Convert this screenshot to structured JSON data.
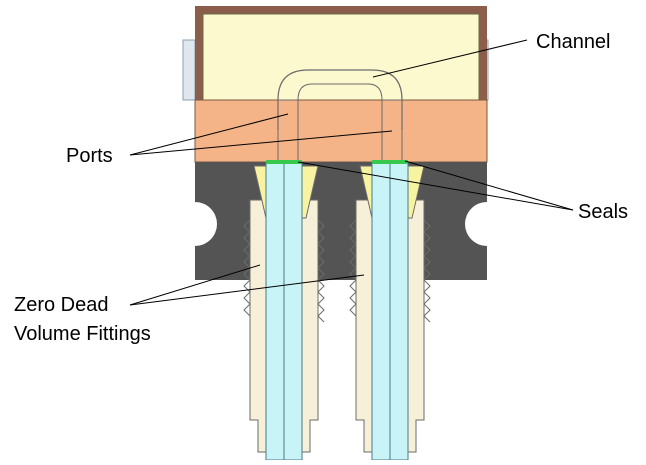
{
  "labels": {
    "channel": "Channel",
    "ports": "Ports",
    "seals": "Seals",
    "fittings_line1": "Zero Dead",
    "fittings_line2": "Volume Fittings"
  },
  "colors": {
    "top_block": "#fdf9cf",
    "port_block": "#f4b488",
    "manifold": "#545454",
    "fitting": "#f7f0d8",
    "ferrule": "#f8f3a0",
    "tubing": "#c8f4f8",
    "seal": "#37c84e",
    "frame": "#8a5e4a",
    "side_panel": "#dfe6ee"
  }
}
